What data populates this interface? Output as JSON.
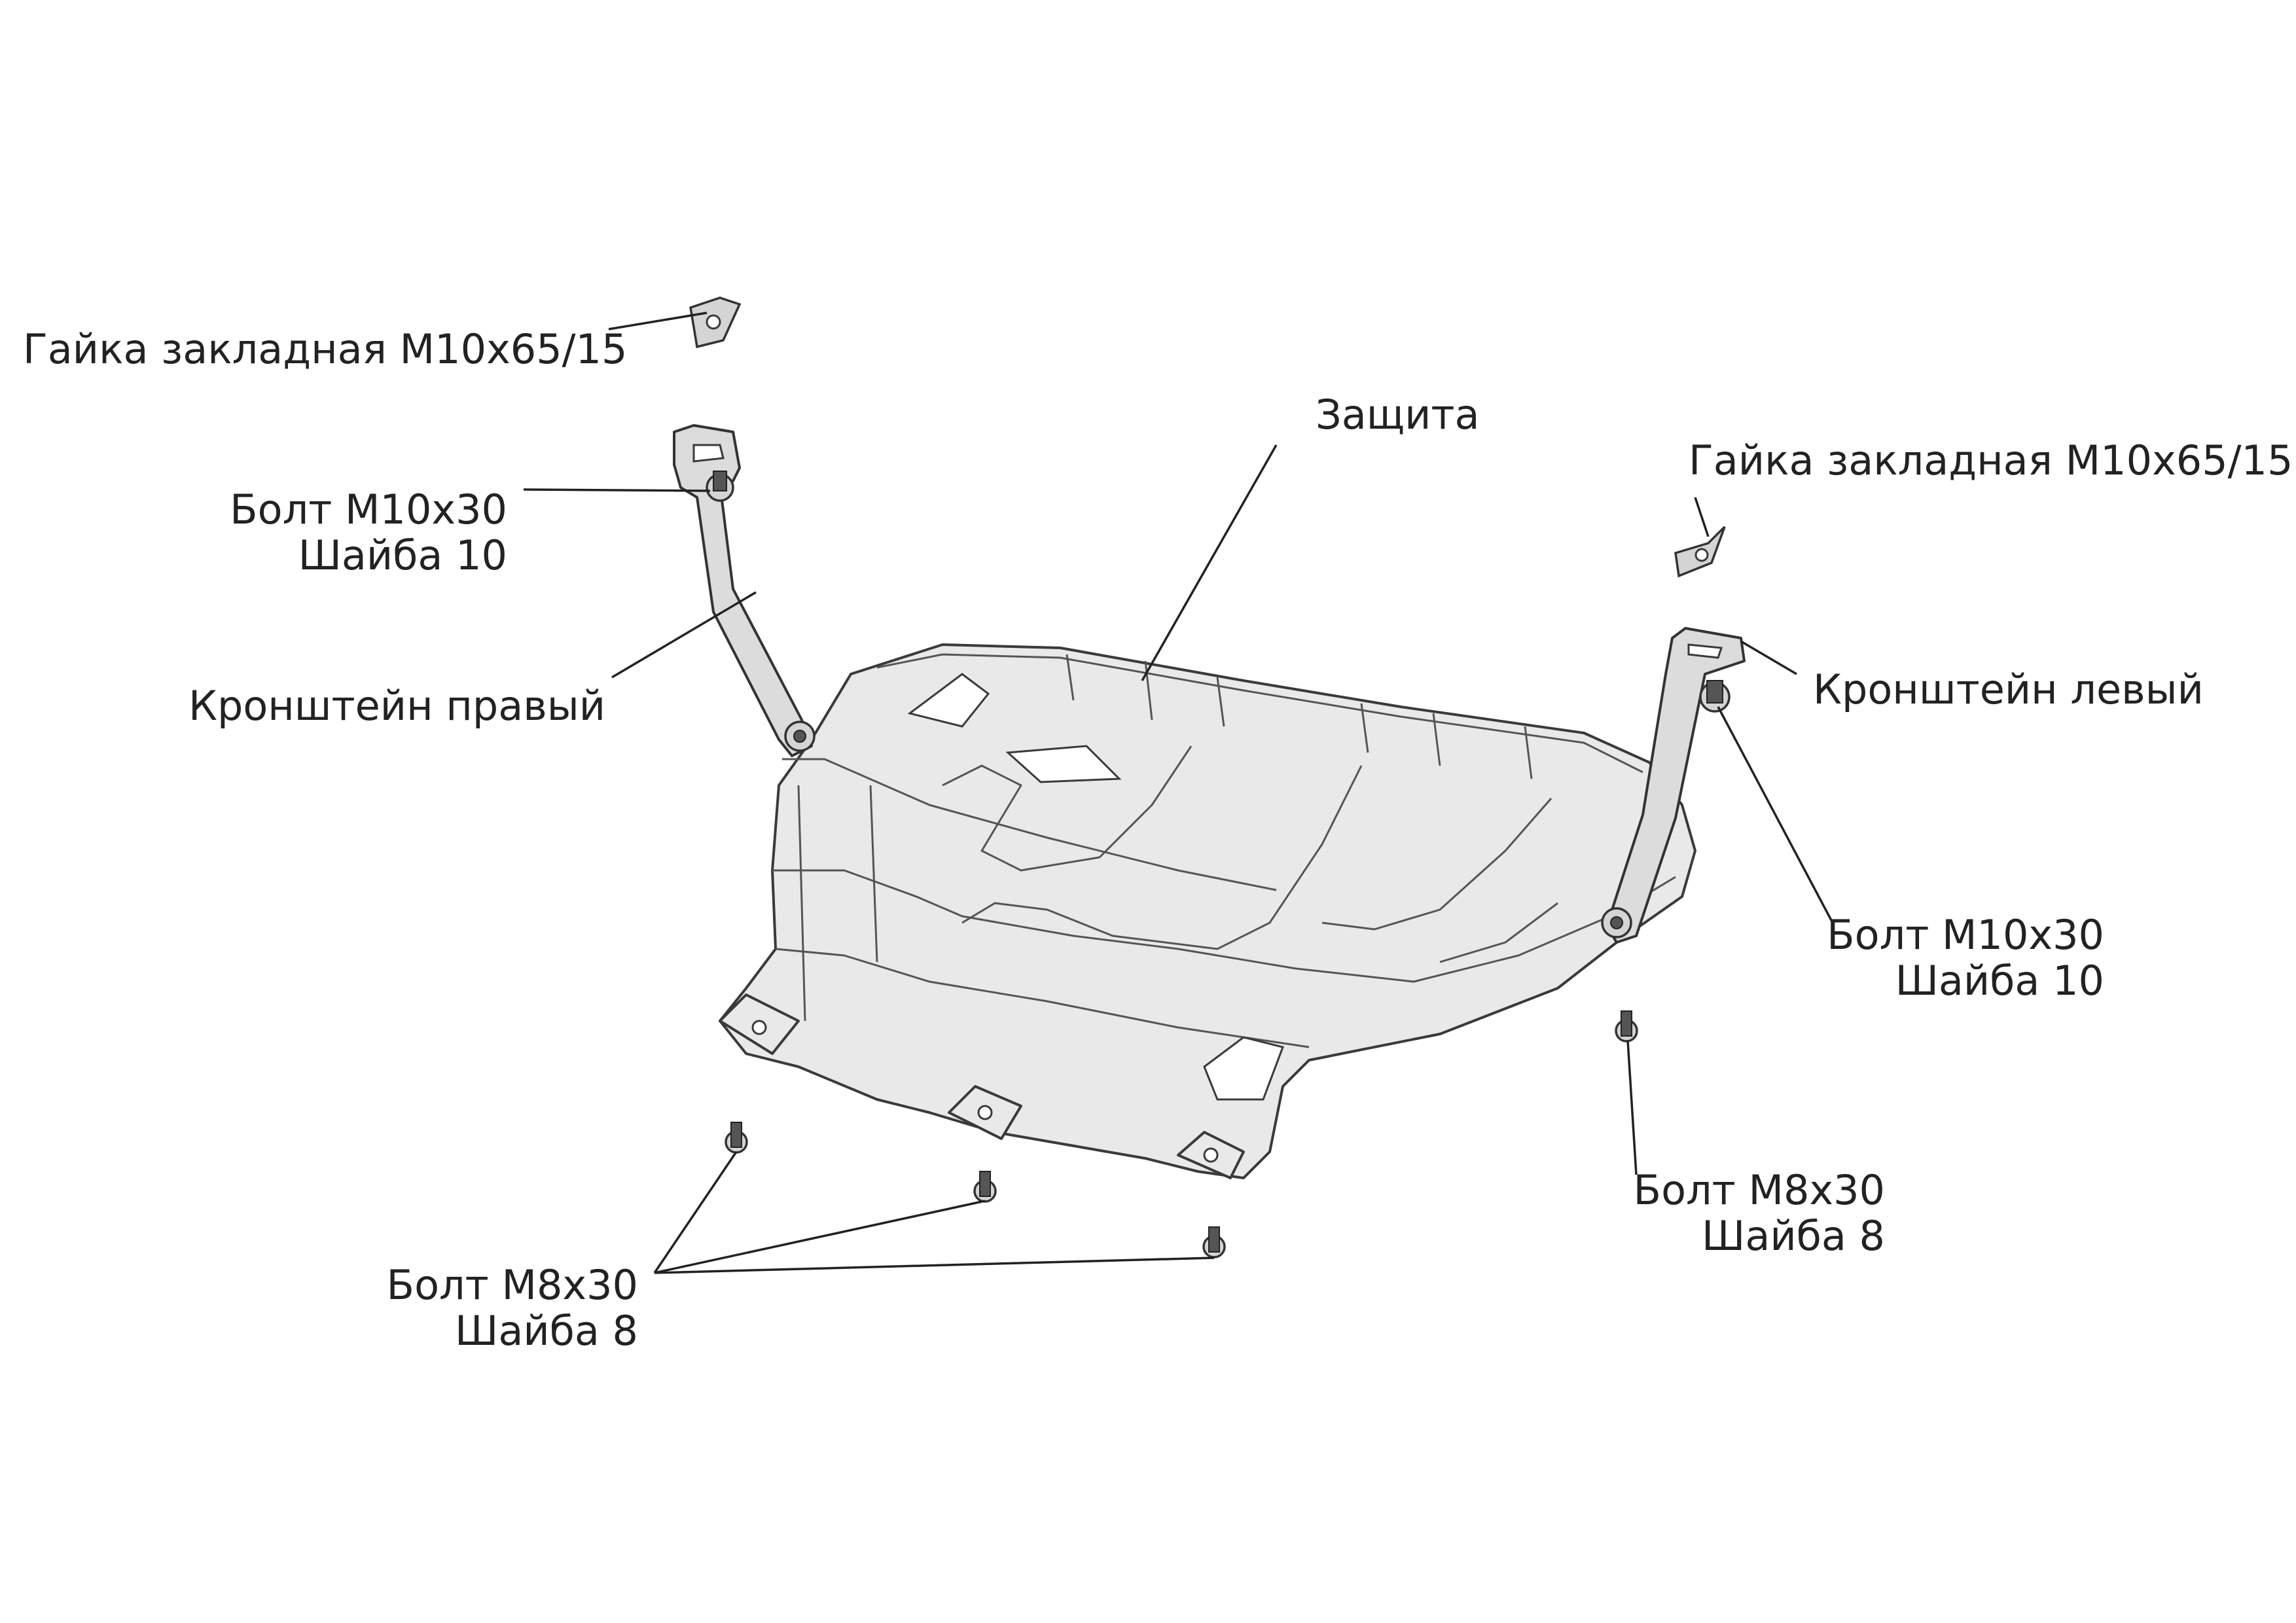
{
  "labels": {
    "nut_right": "Гайка закладная М10х65/15",
    "nut_left": "Гайка закладная М10х65/15",
    "shield": "Защита",
    "bolt10_right_line1": "Болт М10х30",
    "bolt10_right_line2": "Шайба 10",
    "bracket_right": "Кронштейн правый",
    "bracket_left": "Кронштейн левый",
    "bolt10_left_line1": "Болт М10х30",
    "bolt10_left_line2": "Шайба 10",
    "bolt8_right_line1": "Болт М8х30",
    "bolt8_right_line2": "Шайба 8",
    "bolt8_left_line1": "Болт М8х30",
    "bolt8_left_line2": "Шайба 8"
  },
  "colors": {
    "text": "#222222",
    "outline": "#3a3a3a",
    "fill": "#e9e9e9",
    "background": "#ffffff"
  }
}
